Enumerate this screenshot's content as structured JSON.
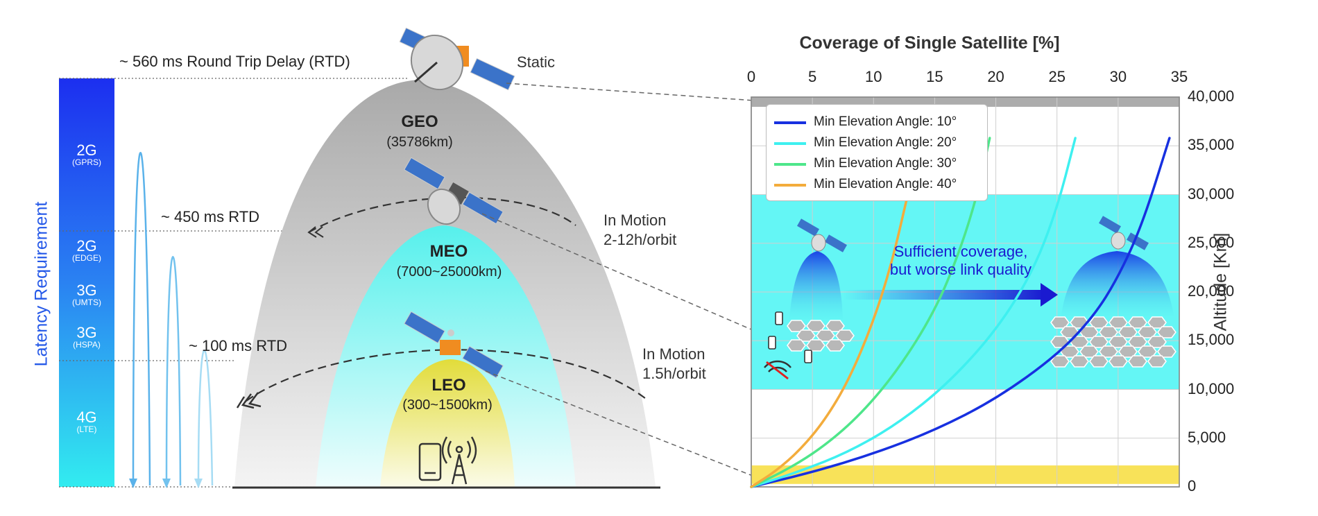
{
  "latency": {
    "axis_label": "Latency Requirement",
    "bands": [
      {
        "gen": "2G",
        "sub": "(GPRS)"
      },
      {
        "gen": "2G",
        "sub": "(EDGE)"
      },
      {
        "gen": "3G",
        "sub": "(UMTS)"
      },
      {
        "gen": "3G",
        "sub": "(HSPA)"
      },
      {
        "gen": "4G",
        "sub": "(LTE)"
      }
    ],
    "rtd_geo": "~ 560 ms Round Trip Delay (RTD)",
    "rtd_meo": "~ 450 ms RTD",
    "rtd_leo": "~ 100 ms RTD"
  },
  "orbits": {
    "geo": {
      "name": "GEO",
      "alt": "(35786km)",
      "motion": "Static"
    },
    "meo": {
      "name": "MEO",
      "alt": "(7000~25000km)",
      "motion_1": "In Motion",
      "motion_2": "2-12h/orbit"
    },
    "leo": {
      "name": "LEO",
      "alt": "(300~1500km)",
      "motion_1": "In Motion",
      "motion_2": "1.5h/orbit"
    }
  },
  "colors": {
    "latency_gradient_top": "#1e3cf0",
    "latency_gradient_bottom": "#2ee8f0",
    "geo_gray": "#b9b9b9",
    "meo_cyan": "#5ef2ee",
    "leo_yellow": "#e8e24a",
    "band_cyan": "#5cf6f4",
    "band_yellow": "#f8e050",
    "series_10": "#1730e0",
    "series_20": "#3ef0f0",
    "series_30": "#4ee68a",
    "series_40": "#f3ac3c",
    "annotation_blue": "#1a1ad0"
  },
  "chart_data": {
    "type": "line",
    "title": "Coverage of Single Satellite [%]",
    "xlabel": "Coverage of Single Satellite [%]",
    "ylabel": "Altitude [Km]",
    "xlim": [
      0,
      35
    ],
    "ylim": [
      0,
      40000
    ],
    "x_ticks": [
      "0",
      "5",
      "10",
      "15",
      "20",
      "25",
      "30",
      "35"
    ],
    "y_ticks": [
      "0",
      "5,000",
      "10,000",
      "15,000",
      "20,000",
      "25,000",
      "30,000",
      "35,000",
      "40,000"
    ],
    "grid": true,
    "legend_position": "top-left",
    "annotation_1": "Sufficient coverage,",
    "annotation_2": "but worse link quality",
    "series": [
      {
        "name": "Min Elevation Angle: 10°",
        "color": "#1730e0",
        "x": [
          0,
          5,
          10,
          15,
          20,
          25,
          28,
          30,
          32,
          34.2
        ],
        "y": [
          0,
          1500,
          3400,
          5800,
          9000,
          13500,
          17500,
          21500,
          27000,
          35800
        ]
      },
      {
        "name": "Min Elevation Angle: 20°",
        "color": "#3ef0f0",
        "x": [
          0,
          4,
          8,
          12,
          16,
          20,
          23,
          25,
          26.5
        ],
        "y": [
          0,
          1600,
          3600,
          6500,
          10500,
          16000,
          22000,
          28500,
          35800
        ]
      },
      {
        "name": "Min Elevation Angle: 30°",
        "color": "#4ee68a",
        "x": [
          0,
          3,
          6,
          9,
          12,
          15,
          17,
          18.5,
          19.5
        ],
        "y": [
          0,
          1800,
          4200,
          7500,
          12000,
          18000,
          24000,
          30000,
          35800
        ]
      },
      {
        "name": "Min Elevation Angle: 40°",
        "color": "#f3ac3c",
        "x": [
          0,
          2,
          4,
          6,
          8,
          10,
          11.5,
          12.8
        ],
        "y": [
          0,
          1600,
          3800,
          6800,
          11000,
          17000,
          23000,
          30000
        ]
      }
    ],
    "bands": [
      {
        "label": "GEO",
        "y0": 39000,
        "y1": 40000,
        "color": "#a8a8a8"
      },
      {
        "label": "MEO",
        "y0": 10000,
        "y1": 30000,
        "color": "#5cf6f4"
      },
      {
        "label": "LEO",
        "y0": 300,
        "y1": 2200,
        "color": "#f8e050"
      }
    ]
  }
}
